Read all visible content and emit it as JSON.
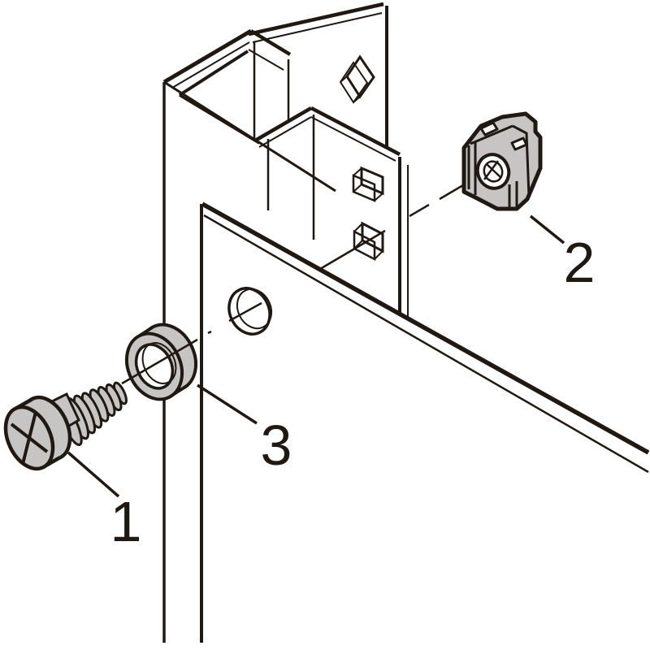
{
  "figure": {
    "kind": "exploded-assembly-diagram",
    "background": "#ffffff",
    "colors": {
      "ink": "#201913",
      "metal": "#c6c5c3",
      "metal_light": "#cccbc9",
      "white": "#ffffff"
    },
    "callouts": [
      {
        "label": "1",
        "part": "screw"
      },
      {
        "label": "2",
        "part": "cage-nut"
      },
      {
        "label": "3",
        "part": "collar"
      }
    ]
  }
}
